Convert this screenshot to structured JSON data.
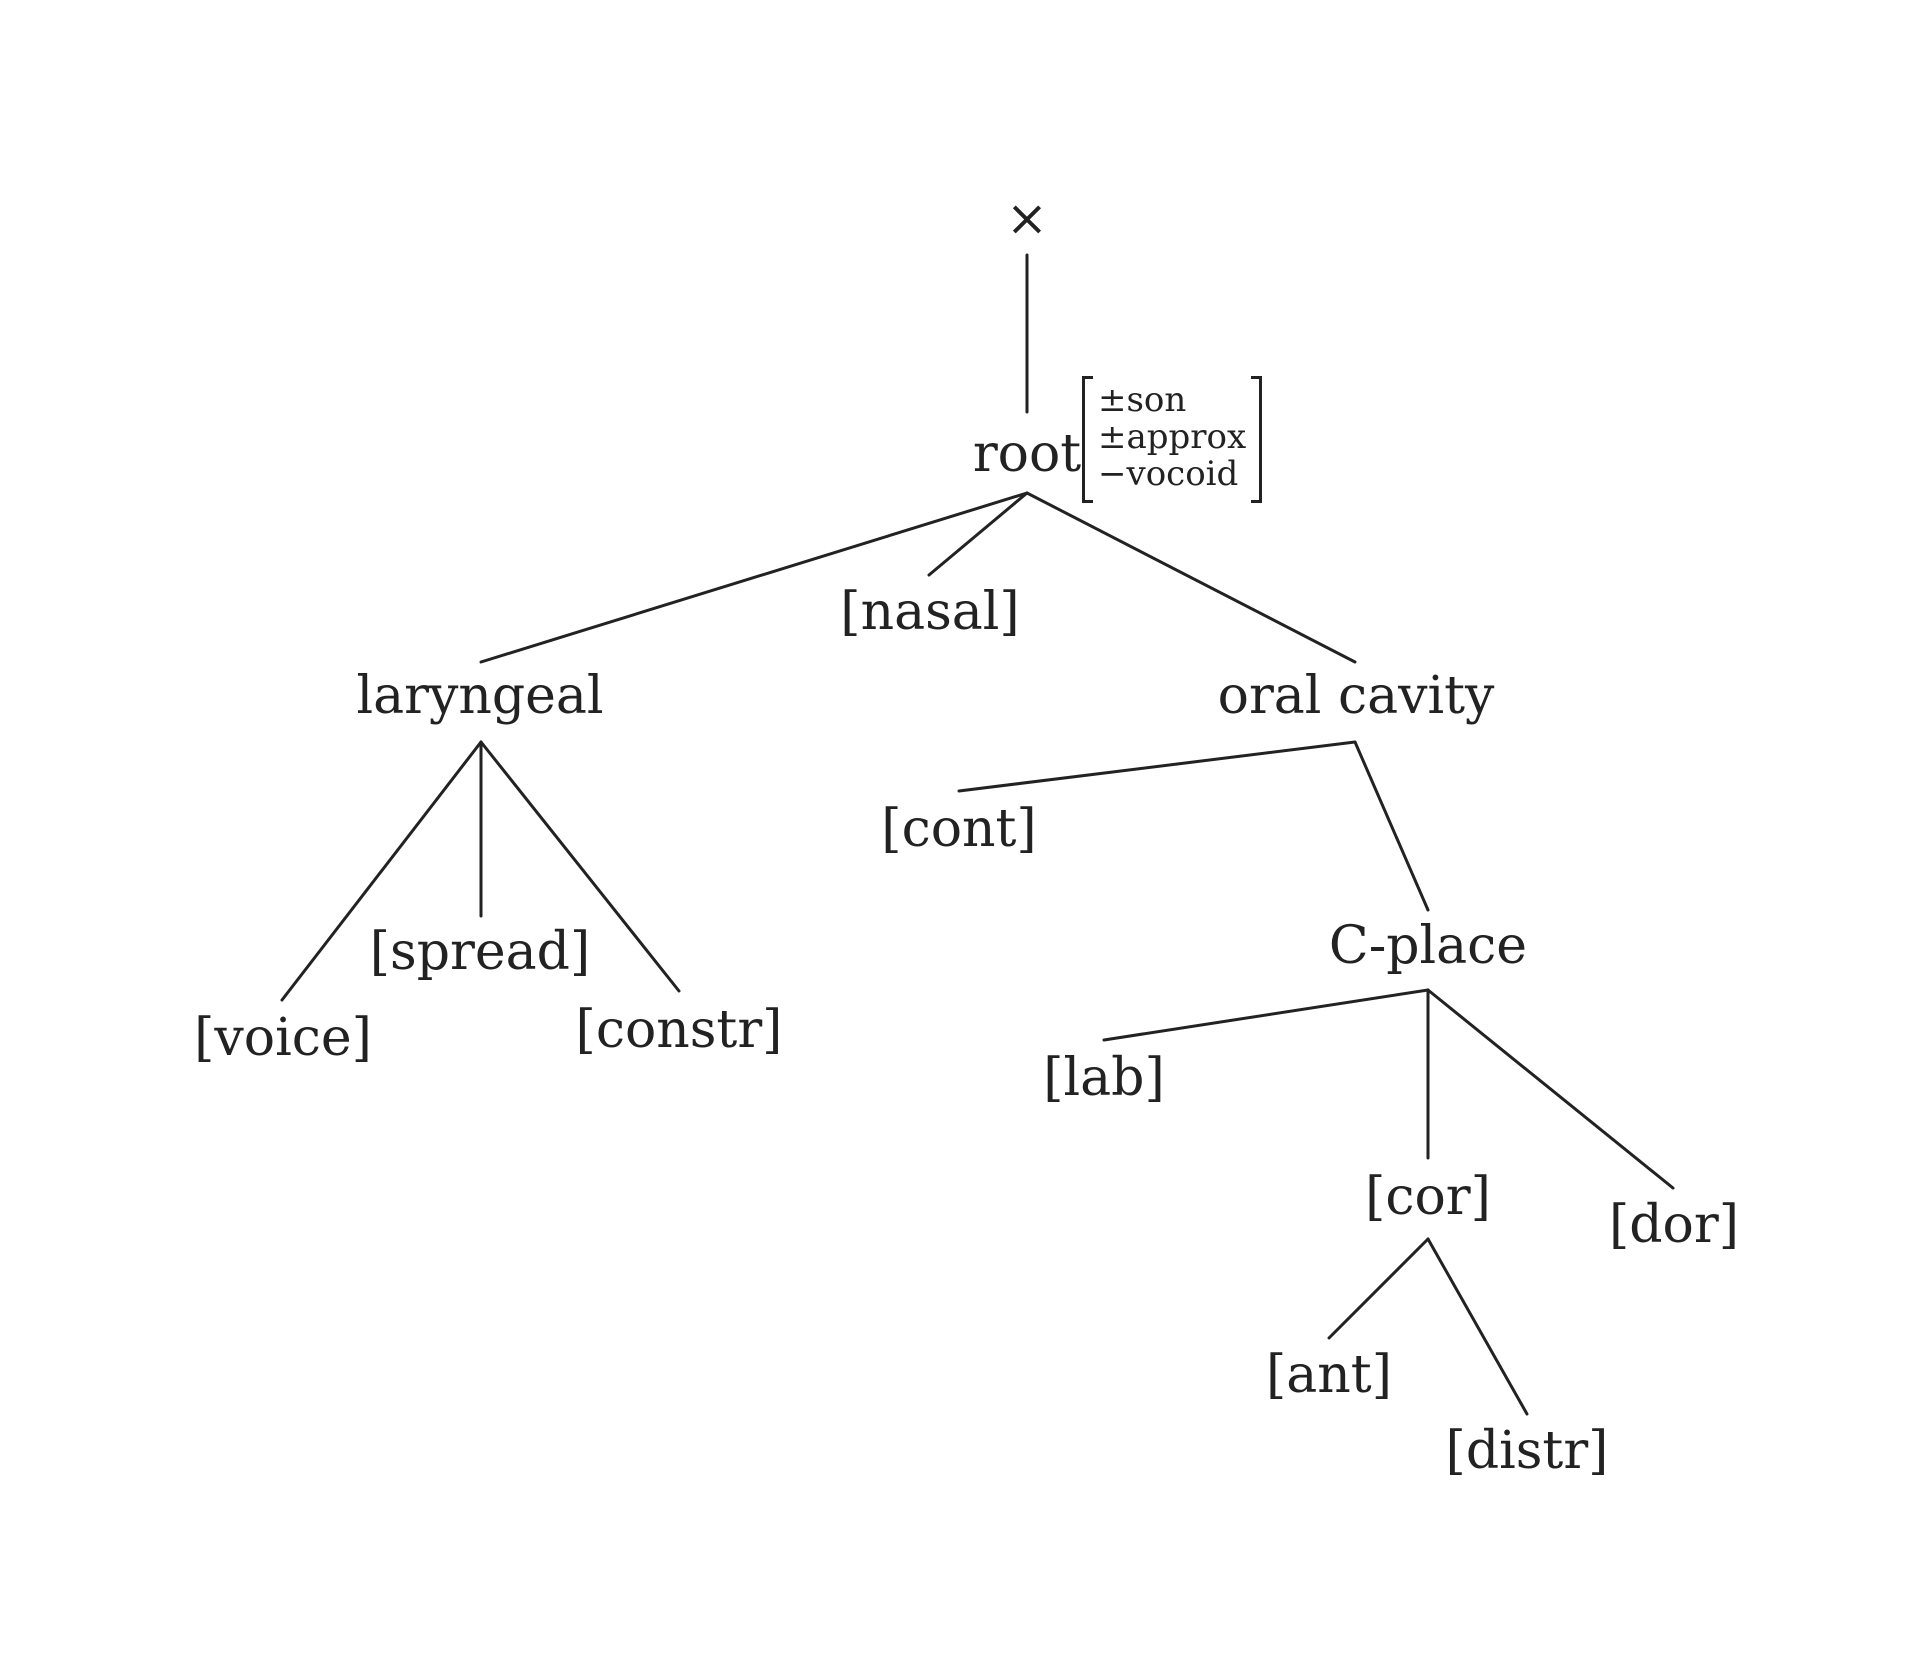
{
  "diagram": {
    "timing_slot": "×",
    "feature_matrix": [
      "±son",
      "±approx",
      "−vocoid"
    ],
    "nodes": {
      "root": "root",
      "nasal": "[nasal]",
      "laryngeal": "laryngeal",
      "oral_cavity": "oral cavity",
      "voice": "[voice]",
      "spread": "[spread]",
      "constr": "[constr]",
      "cont": "[cont]",
      "c_place": "C-place",
      "lab": "[lab]",
      "cor": "[cor]",
      "dor": "[dor]",
      "ant": "[ant]",
      "distr": "[distr]"
    },
    "edges": [
      [
        "x",
        "root"
      ],
      [
        "root",
        "laryngeal"
      ],
      [
        "root",
        "nasal"
      ],
      [
        "root",
        "oral_cavity"
      ],
      [
        "laryngeal",
        "voice"
      ],
      [
        "laryngeal",
        "spread"
      ],
      [
        "laryngeal",
        "constr"
      ],
      [
        "oral_cavity",
        "cont"
      ],
      [
        "oral_cavity",
        "c_place"
      ],
      [
        "c_place",
        "lab"
      ],
      [
        "c_place",
        "cor"
      ],
      [
        "c_place",
        "dor"
      ],
      [
        "cor",
        "ant"
      ],
      [
        "cor",
        "distr"
      ]
    ]
  }
}
